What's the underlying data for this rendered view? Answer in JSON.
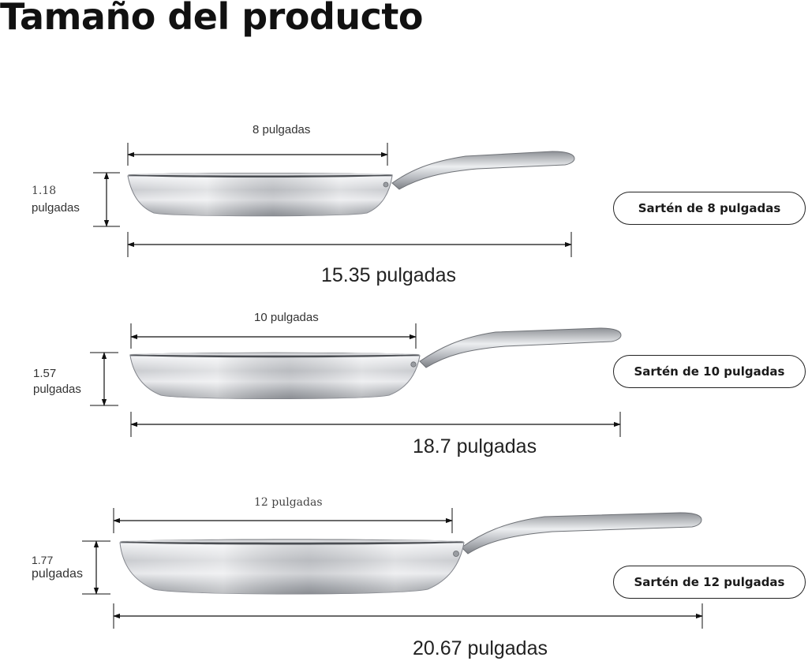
{
  "title": "Tamaño del producto",
  "pans": [
    {
      "diameter_label": "8 pulgadas",
      "height_value": "1.18",
      "height_unit": "pulgadas",
      "length_label": "15.35 pulgadas",
      "badge": "Sartén de 8 pulgadas"
    },
    {
      "diameter_label": "10 pulgadas",
      "height_value": "1.57",
      "height_unit": "pulgadas",
      "length_label": "18.7 pulgadas",
      "badge": "Sartén de 10 pulgadas"
    },
    {
      "diameter_label": "12 pulgadas",
      "height_value": "1.77",
      "height_unit": "pulgadas",
      "length_label": "20.67 pulgadas",
      "badge": "Sartén de 12 pulgadas"
    }
  ],
  "colors": {
    "steel_light": "#e9eaec",
    "steel_mid": "#bfc1c5",
    "steel_dark": "#7c7f84",
    "line": "#111111"
  }
}
